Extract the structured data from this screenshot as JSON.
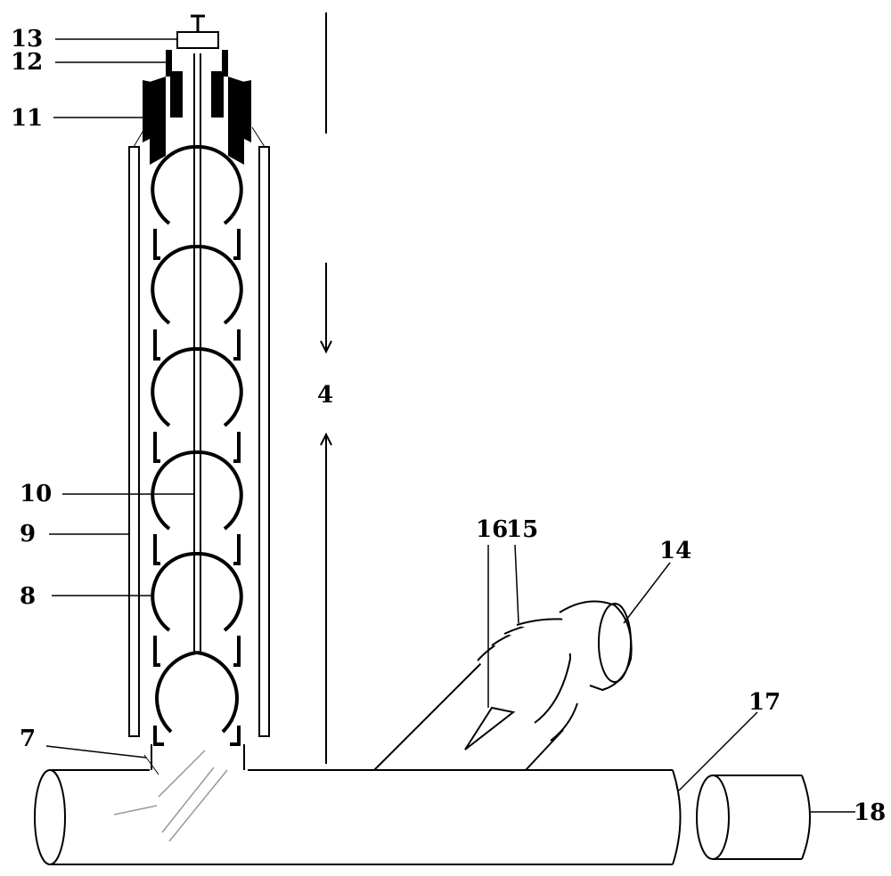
{
  "labels": {
    "l4": "4",
    "l7": "7",
    "l8": "8",
    "l9": "9",
    "l10": "10",
    "l11": "11",
    "l12": "12",
    "l13": "13",
    "l14": "14",
    "l15": "15",
    "l16": "16",
    "l17": "17",
    "l18": "18"
  },
  "colors": {
    "stroke": "#000000",
    "background": "#ffffff"
  }
}
